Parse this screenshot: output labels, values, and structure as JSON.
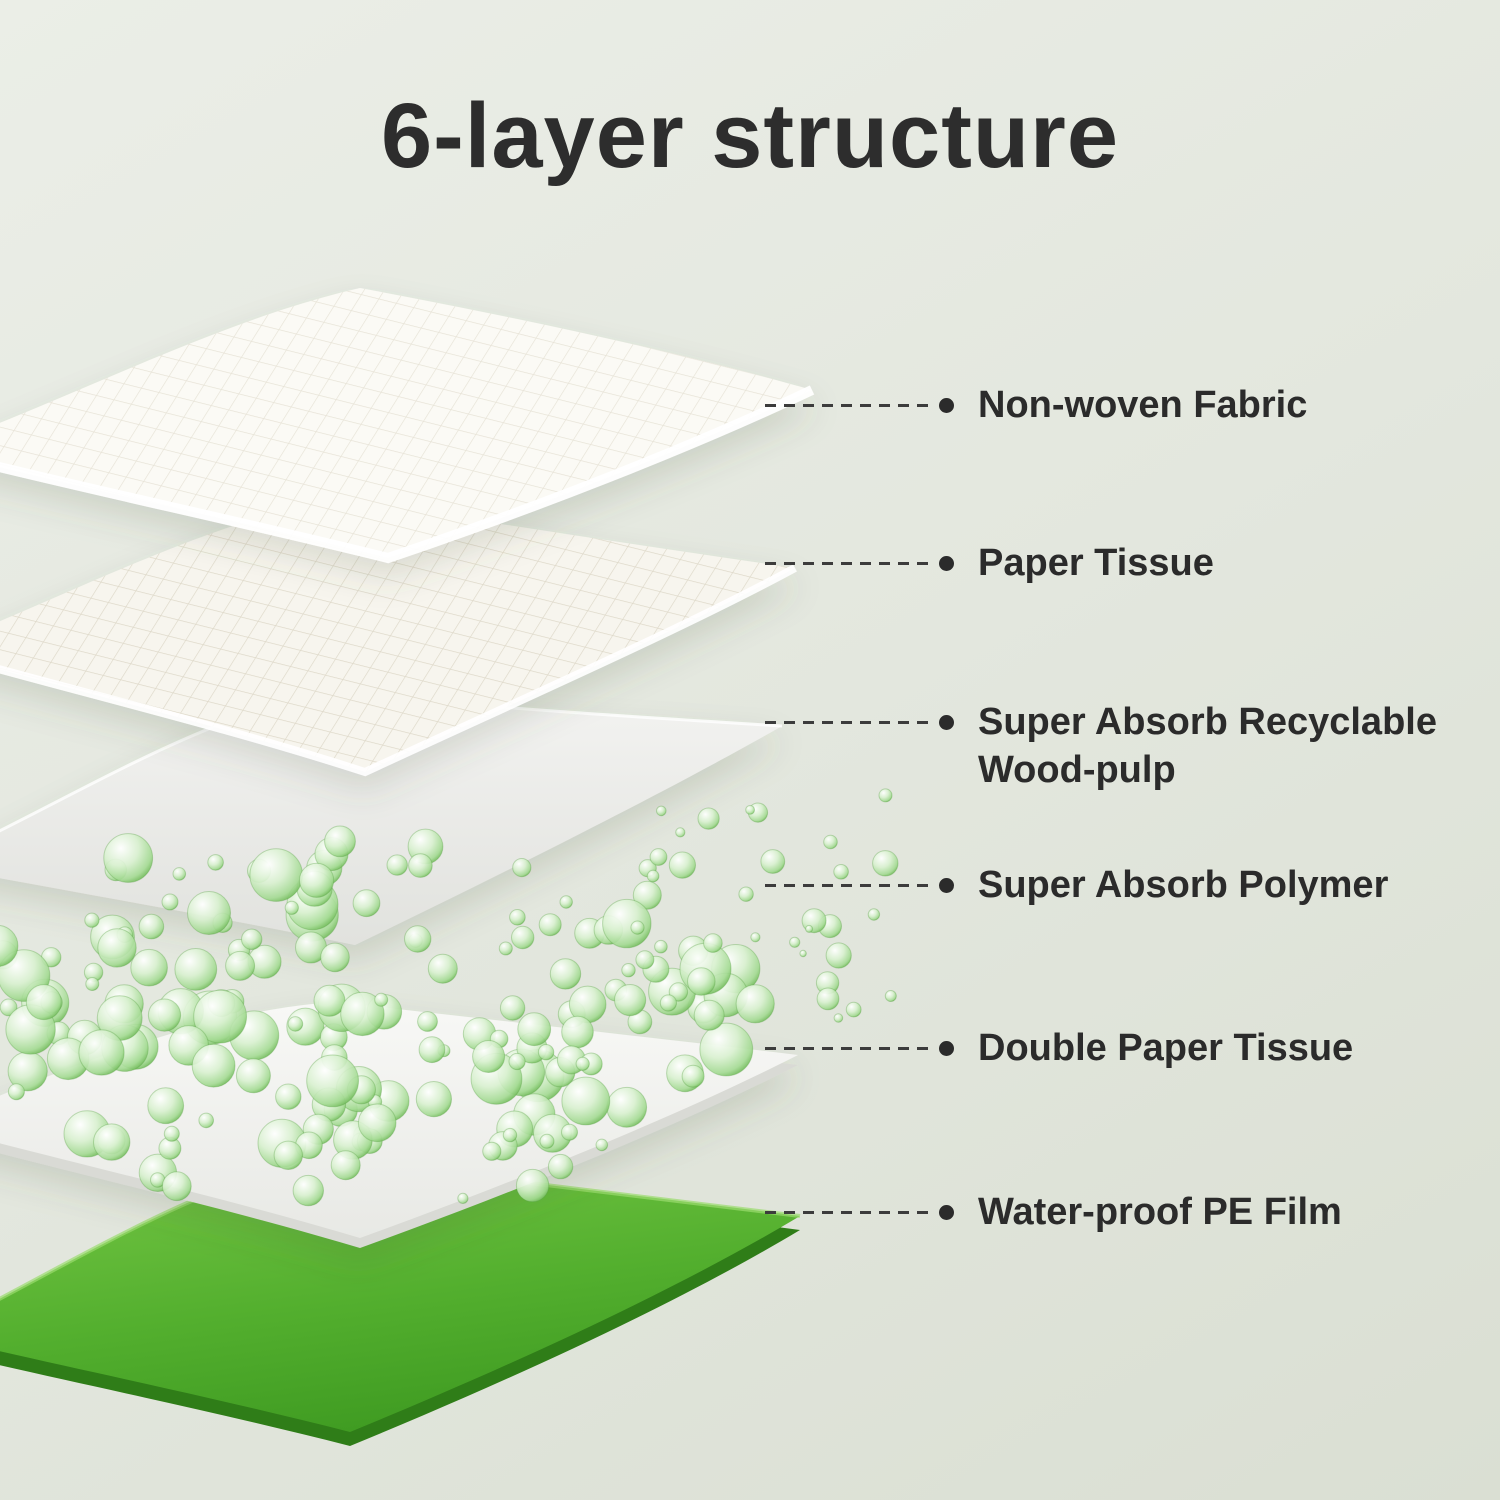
{
  "title": "6-layer structure",
  "layers": [
    {
      "label": "Non-woven Fabric"
    },
    {
      "label": "Paper Tissue"
    },
    {
      "label": "Super Absorb Recyclable Wood-pulp"
    },
    {
      "label": "Super Absorb Polymer"
    },
    {
      "label": "Double Paper Tissue"
    },
    {
      "label": "Water-proof PE Film"
    }
  ],
  "colors": {
    "background": "#e3e7de",
    "text": "#2b2b2b",
    "pe_film_green": "#4aa62c",
    "polymer_green": "#9bd789"
  }
}
